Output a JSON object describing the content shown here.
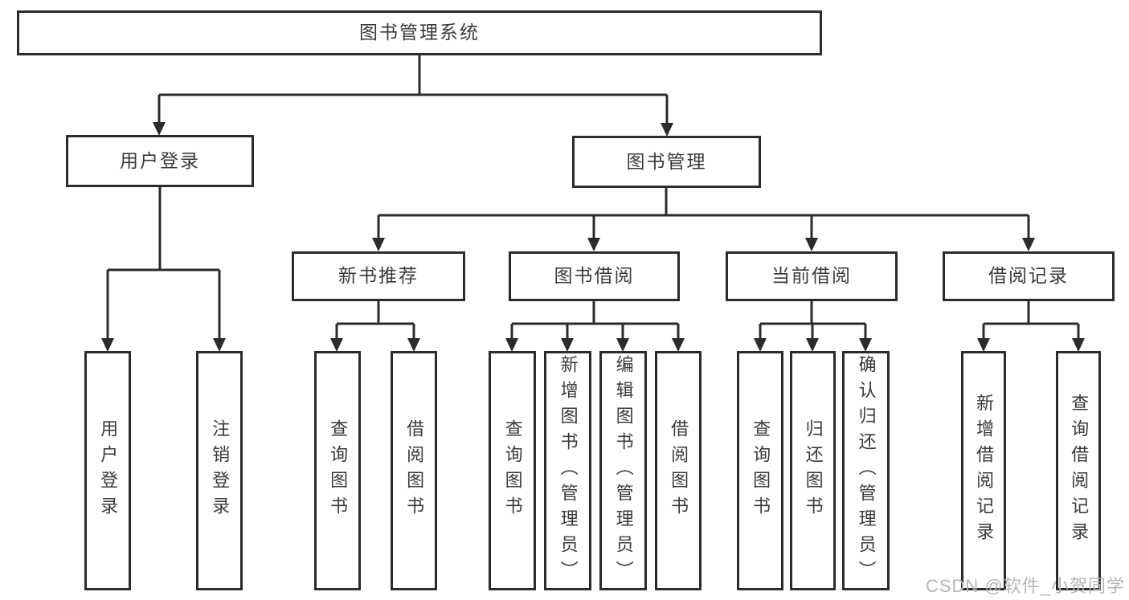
{
  "colors": {
    "line": "#2b2b2b",
    "box_border": "#2b2b2b",
    "box_fill": "#ffffff",
    "text": "#3a3a3a",
    "watermark": "#b2b6ba",
    "background": "#ffffff"
  },
  "watermark": "CSDN @软件_小贺同学",
  "diagram": {
    "type": "tree",
    "root": {
      "label": "图书管理系统",
      "children": [
        {
          "label": "用户登录",
          "children": [
            {
              "label": "用户登录"
            },
            {
              "label": "注销登录"
            }
          ]
        },
        {
          "label": "图书管理",
          "children": [
            {
              "label": "新书推荐",
              "children": [
                {
                  "label": "查询图书"
                },
                {
                  "label": "借阅图书"
                }
              ]
            },
            {
              "label": "图书借阅",
              "children": [
                {
                  "label": "查询图书"
                },
                {
                  "label": "新增图书（管理员）"
                },
                {
                  "label": "编辑图书（管理员）"
                },
                {
                  "label": "借阅图书"
                }
              ]
            },
            {
              "label": "当前借阅",
              "children": [
                {
                  "label": "查询图书"
                },
                {
                  "label": "归还图书"
                },
                {
                  "label": "确认归还（管理员）"
                }
              ]
            },
            {
              "label": "借阅记录",
              "children": [
                {
                  "label": "新增借阅记录"
                },
                {
                  "label": "查询借阅记录"
                }
              ]
            }
          ]
        }
      ]
    }
  }
}
